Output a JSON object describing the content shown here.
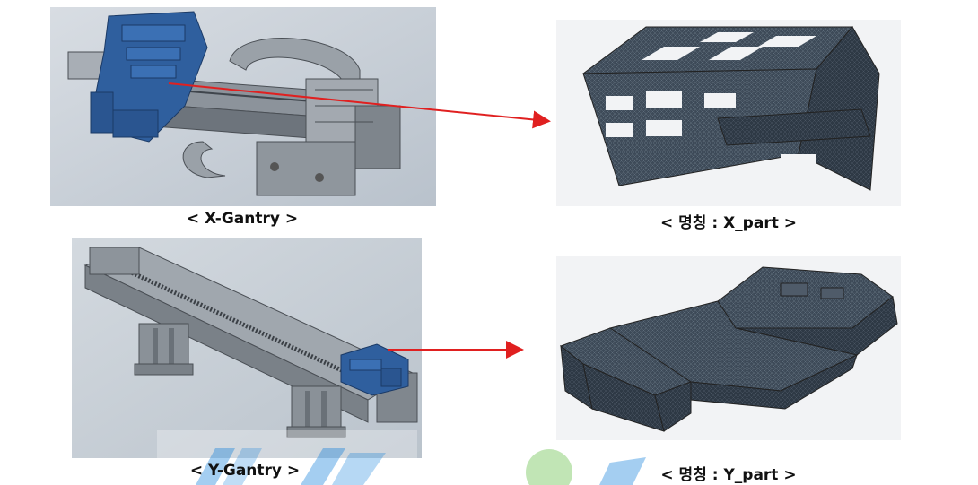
{
  "captions": {
    "x_gantry": "< X-Gantry >",
    "x_part": "< 명칭 : X_part >",
    "y_gantry": "< Y-Gantry >",
    "y_part": "< 명칭 : Y_part >"
  },
  "colors": {
    "cad_background": "#c9d0d8",
    "mesh_background": "#f2f3f5",
    "mesh_fill": "#3d4a58",
    "assembly_blue": "#2f5f9e",
    "arrow_red": "#e02020",
    "watermark_blue": "#5aa7e6",
    "watermark_green": "#8fd17a"
  },
  "icons": {
    "arrow_x": "red-arrow-right-icon",
    "arrow_y": "red-arrow-right-icon",
    "watermark": "watermark-logo"
  }
}
